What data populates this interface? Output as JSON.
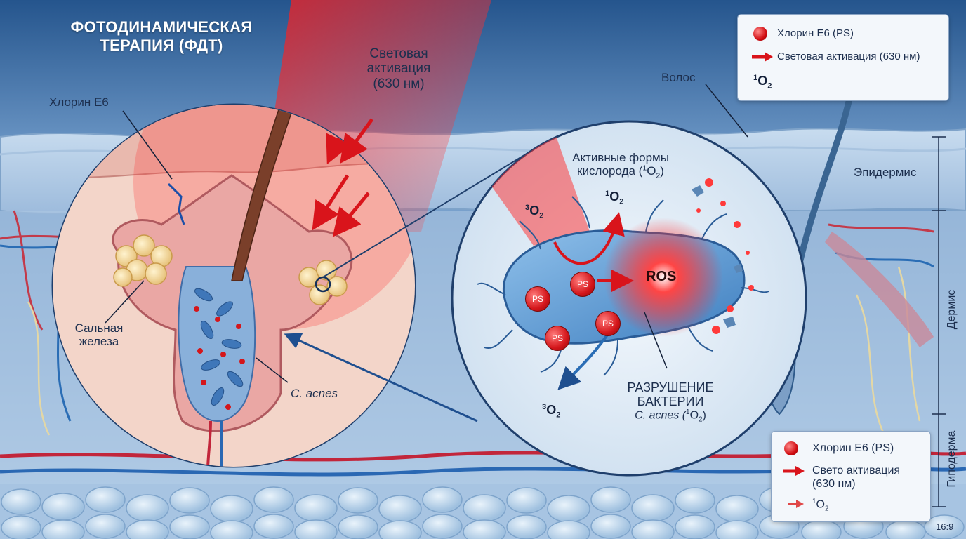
{
  "title": {
    "line1": "ФОТОДИНАМИЧЕСКАЯ",
    "line2": "ТЕРАПИЯ (ФДТ)"
  },
  "labels": {
    "light": {
      "line1": "Световая",
      "line2": "активация",
      "line3": "(630 нм)"
    },
    "chlorin": "Хлорин Е6",
    "hair": "Волос",
    "epidermis": "Эпидермис",
    "dermis": "Дермис",
    "hypodermis": "Гиподерма",
    "sebaceous": {
      "line1": "Сальная",
      "line2": "железа"
    },
    "cacnes": "C. acnes",
    "ros_title": {
      "line1": "Активные формы",
      "line2": "кислорода ("
    },
    "ros": "ROS",
    "ps": "PS",
    "destroy": {
      "line1": "РАЗРУШЕНИЕ",
      "line2": "БАКТЕРИИ",
      "line3": "C. acnes ("
    },
    "oxygen_singlet": {
      "sup": "1",
      "base": "O",
      "sub": "2"
    },
    "oxygen_triplet": {
      "sup": "3",
      "base": "O",
      "sub": "2"
    },
    "aspect": "16:9"
  },
  "legend_top": {
    "item1": "Хлорин Е6 (PS)",
    "item2": "Световая активация (630 нм)"
  },
  "legend_bottom": {
    "item1": "Хлорин Е6 (PS)",
    "item2_line1": "Свето активация",
    "item2_line2": "(630 нм)"
  },
  "colors": {
    "red": "#d9141b",
    "blue": "#2a6db5",
    "skin": "#f1c9b8",
    "bg": "#2e5f95"
  }
}
